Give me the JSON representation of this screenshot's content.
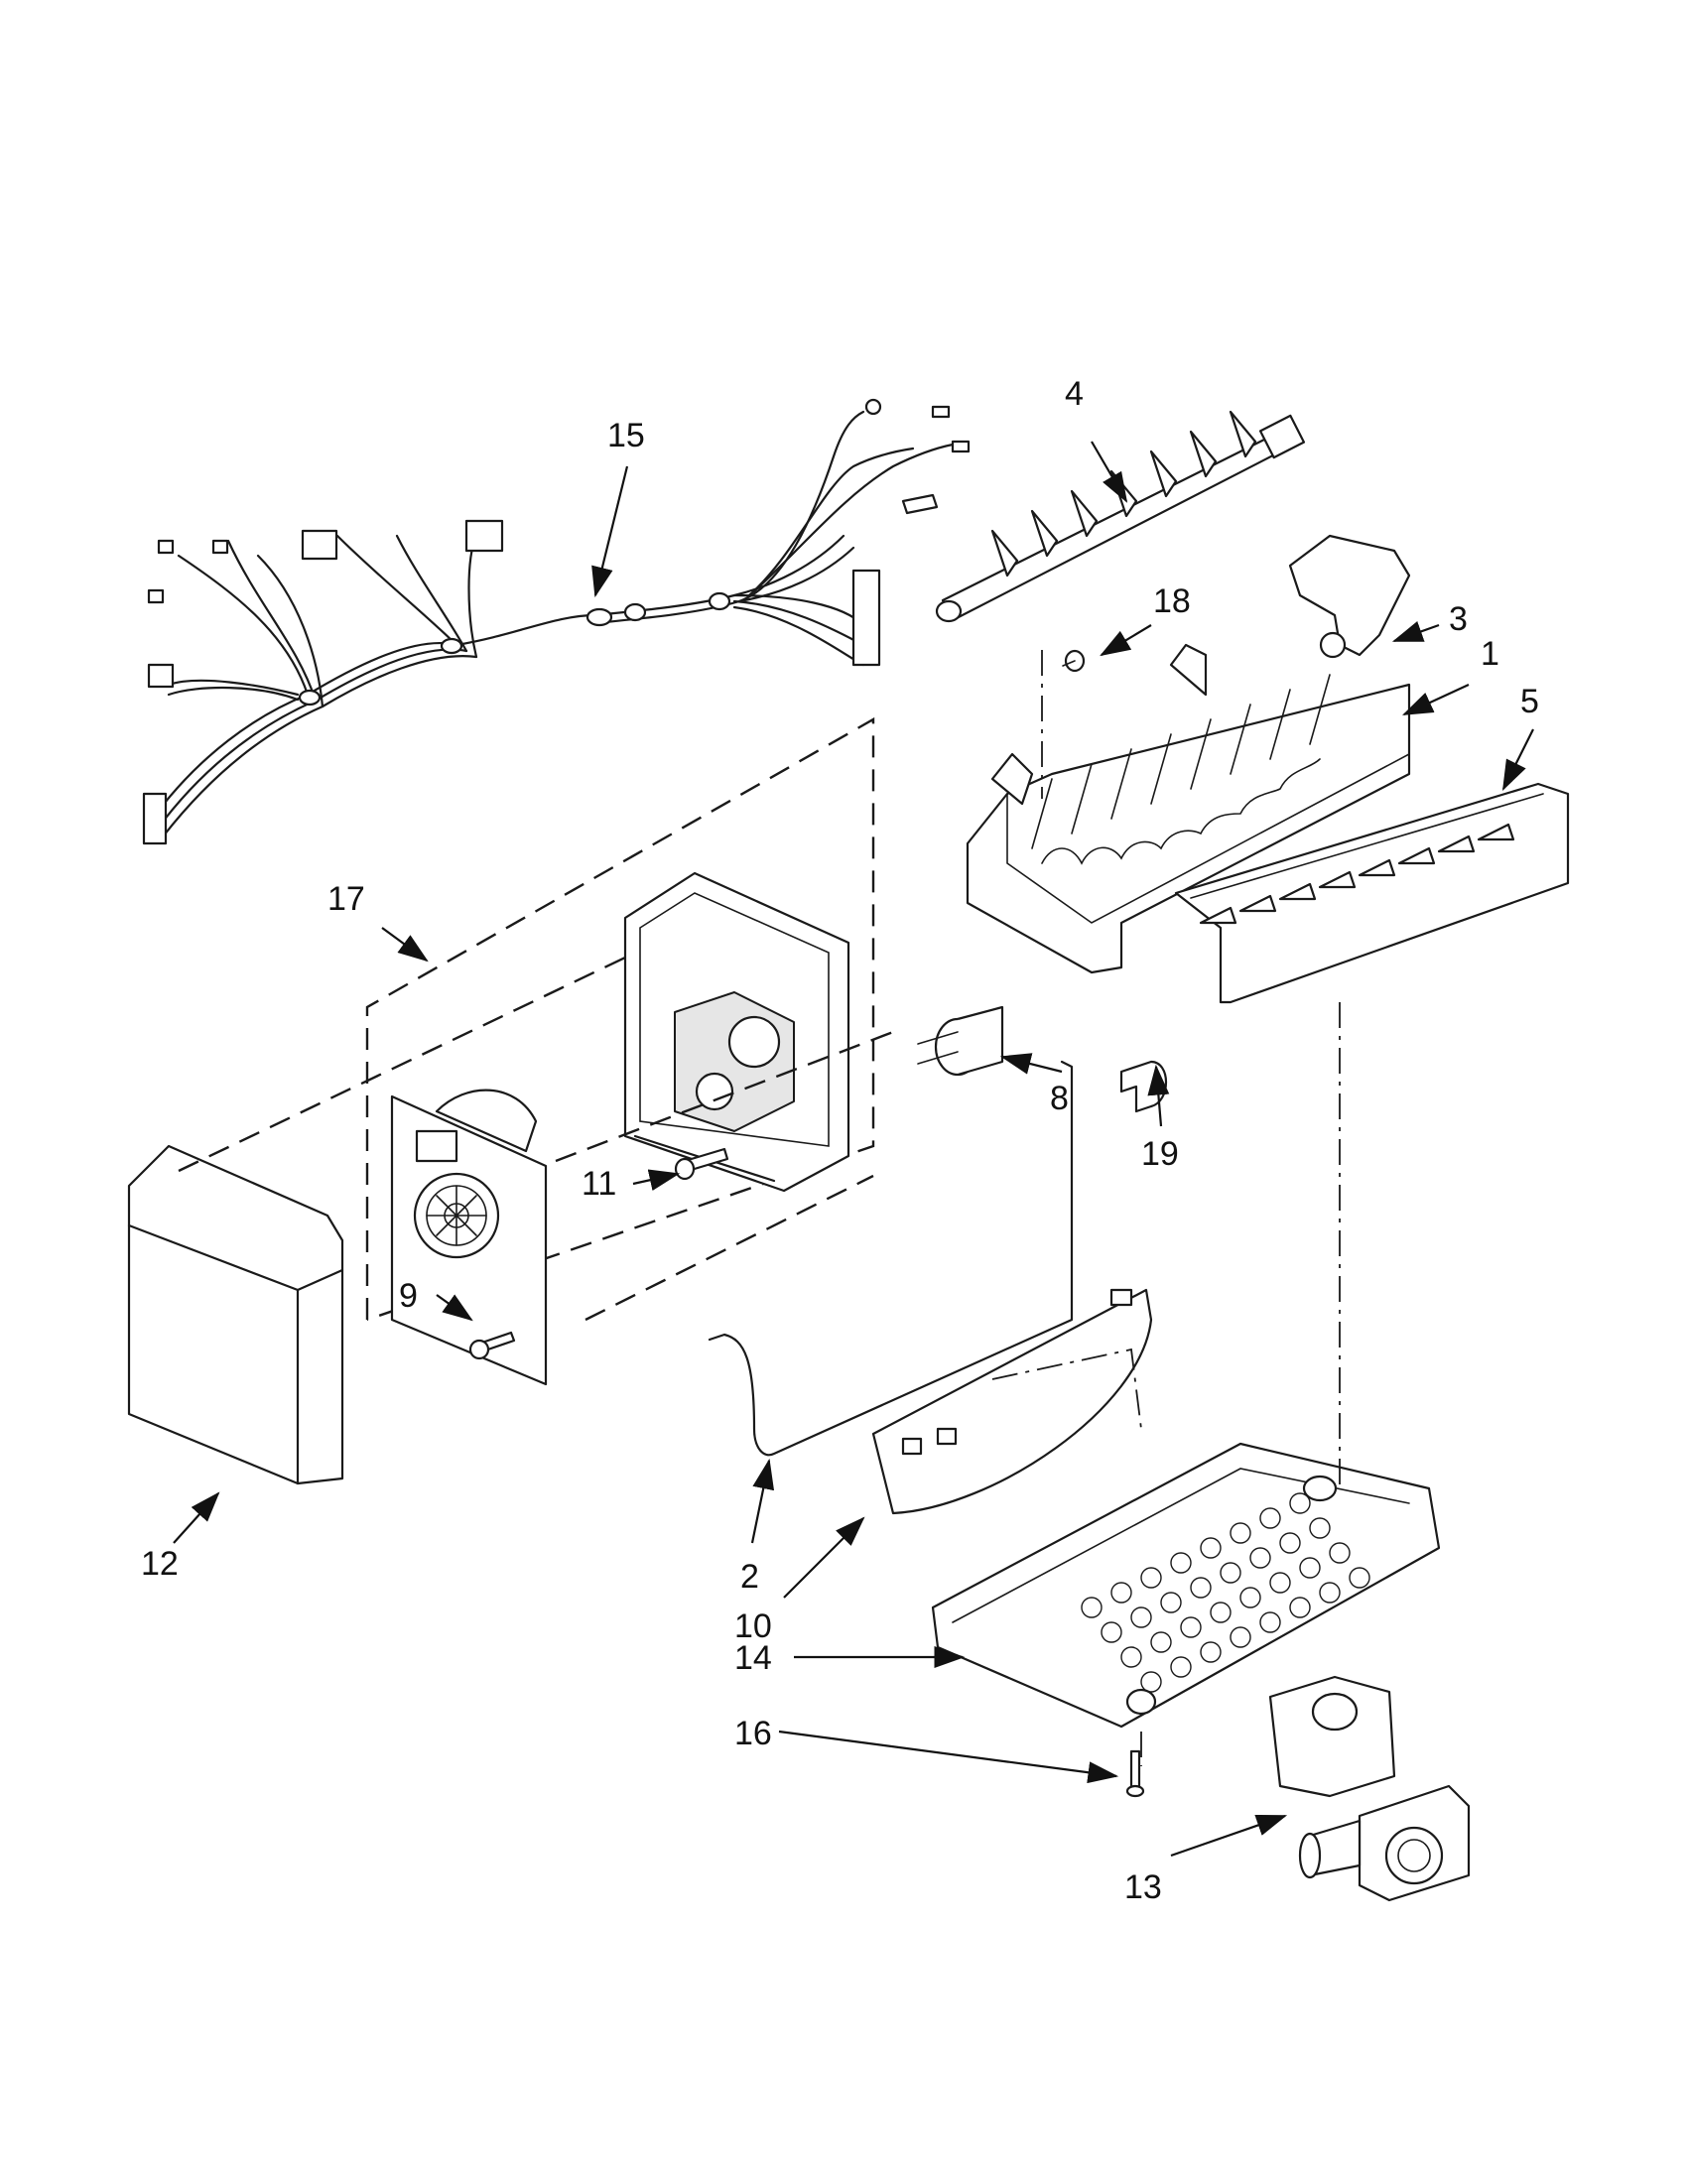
{
  "callouts": {
    "c1": "1",
    "c2": "2",
    "c3": "3",
    "c4": "4",
    "c5": "5",
    "c8": "8",
    "c9": "9",
    "c10": "10",
    "c11": "11",
    "c12": "12",
    "c13": "13",
    "c14": "14",
    "c15": "15",
    "c16": "16",
    "c17": "17",
    "c18": "18",
    "c19": "19"
  }
}
